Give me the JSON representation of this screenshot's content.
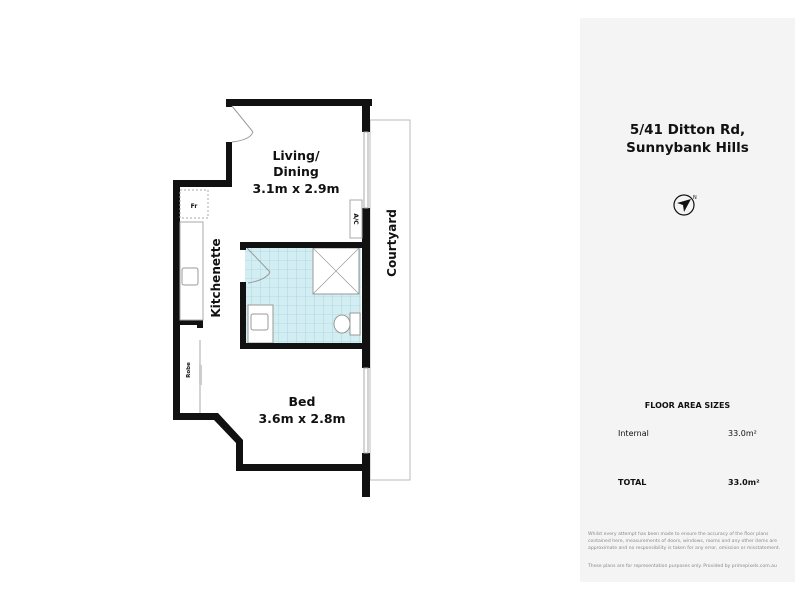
{
  "rooms": {
    "living_name": "Living/",
    "living_name2": "Dining",
    "living_size": "3.1m x 2.9m",
    "bed_name": "Bed",
    "bed_size": "3.6m x 2.8m",
    "kitchenette": "Kitchenette",
    "courtyard": "Courtyard",
    "fridge": "Fr",
    "ac": "A/C",
    "robe": "Robe"
  },
  "panel": {
    "address_line1": "5/41 Ditton Rd,",
    "address_line2": "Sunnybank Hills",
    "compass_icon": "north-arrow-icon",
    "floor_area_heading": "FLOOR AREA SIZES",
    "internal_label": "Internal",
    "internal_value": "33.0m²",
    "total_label": "TOTAL",
    "total_value": "33.0m²",
    "disclaimer": "Whilst every attempt has been made to ensure the accuracy of the floor plans contained here, measurements of doors, windows, rooms and any other items are approximate and no responsibility is taken for any error, omission or misstatement.",
    "provided": "These plans are for representation purposes only. Provided by primepixels.com.au"
  }
}
